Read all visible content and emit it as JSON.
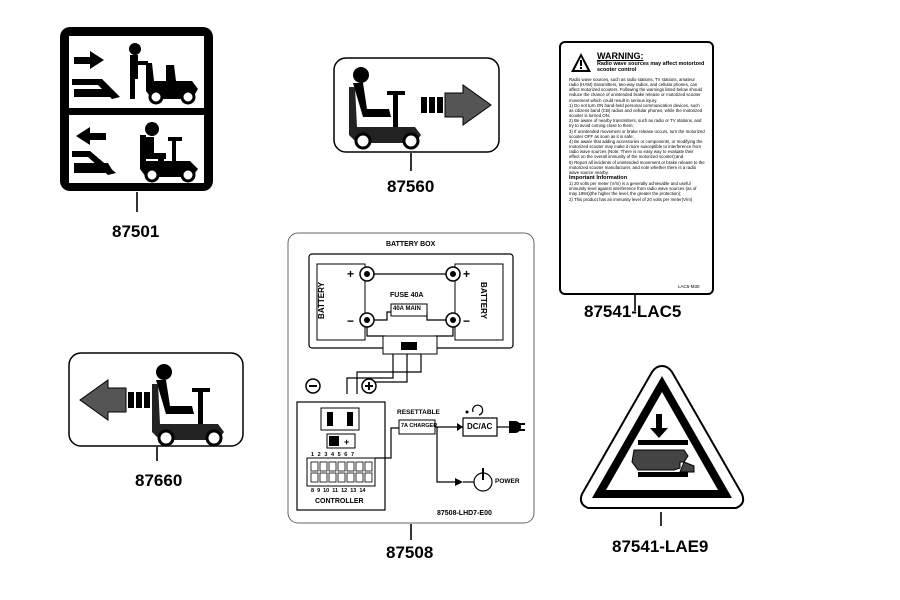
{
  "labels": {
    "p87501": "87501",
    "p87560": "87560",
    "p87541lac5": "87541-LAC5",
    "p87660": "87660",
    "p87508": "87508",
    "p87541lae9": "87541-LAE9"
  },
  "battery_box": {
    "title": "BATTERY BOX",
    "battery_left": "BATTERY",
    "battery_right": "BATTERY",
    "fuse_title": "FUSE 40A",
    "fuse_box": "40A MAIN",
    "resettable": "RESETTABLE",
    "charger_fuse": "7A CHARGER",
    "dcac": "DC/AC",
    "power": "POWER",
    "controller": "CONTROLLER",
    "pins_top": [
      "1",
      "2",
      "3",
      "4",
      "5",
      "6",
      "7"
    ],
    "pins_bottom": [
      "8",
      "9",
      "10",
      "11",
      "12",
      "13",
      "14"
    ],
    "code": "87508-LHD7-E00"
  },
  "warning": {
    "heading": "WARNING:",
    "subheading": "Radio wave sources may affect motorized scooter control",
    "body": [
      "Radio wave sources, such as radio stations, TV stations, amateur radio (HAM) transmitters, two-way radios, and cellular phones, can affect motorized scooters. Following the warnings listed below should reduce the chance of unintended brake release or motorized scooter movement which could result in serious injury.",
      "1) Do not turn ON hand-held personal communication devices, such as citizens band (CB) radios and cellular phones, while the motorized scooter is turned ON;",
      "2) Be aware of nearby transmitters, such as radio or TV stations, and try to avoid coming close to them;",
      "3) If unintended movement or brake release occurs, turn the motorized scooter OFF as soon as it is safe;",
      "4) Be aware that adding accessories or components, or modifying the motorized scooter may make it more susceptible to interference from radio wave sources (Note: There is no easy way to evaluate their effect on the overall immunity of the motorized scooter);and",
      "5) Report all incidents of unintended movement or brake release to the motorized scooter manufacturer, and note whether there is a radio wave source nearby."
    ],
    "important_heading": "Important Information",
    "important": [
      "1) 20 volts per meter (V/m) is a generally achievable and useful immunity level against interference from radio wave sources (as of may 1994)(the higher the level, the greater the protection);",
      "2) This product has an immunity level of 20 volts per meter(V/m)"
    ],
    "code": "LAC5-M30"
  }
}
